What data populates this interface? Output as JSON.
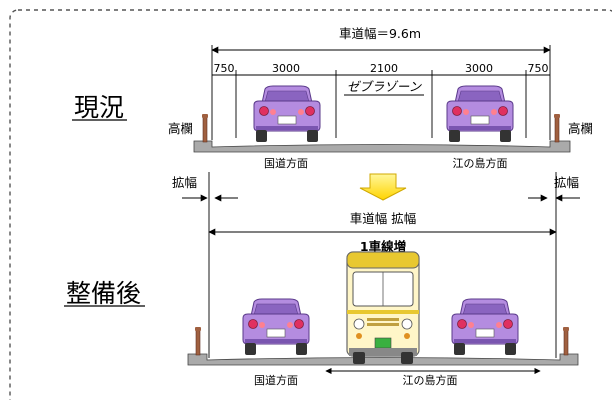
{
  "sections": {
    "before": "現況",
    "after": "整備後"
  },
  "top": {
    "total_width_label": "車道幅＝9.6m",
    "segments": [
      "750",
      "3000",
      "2100",
      "3000",
      "750"
    ],
    "zebra_label": "ゼブラゾーン",
    "railing_left": "高欄",
    "railing_right": "高欄",
    "dir_left": "国道方面",
    "dir_right": "江の島方面"
  },
  "widen": {
    "left_label": "拡幅",
    "right_label": "拡幅",
    "road_width_label": "車道幅 拡幅"
  },
  "bottom": {
    "lane_add_label": "1車線増",
    "dir_left": "国道方面",
    "dir_right": "江の島方面"
  },
  "colors": {
    "car_body": "#b48ce0",
    "car_dark": "#7a55b0",
    "bus_body": "#fff6c8",
    "bus_stripe": "#e8c830",
    "arrow_fill": "#ffe400",
    "railing": "#a06040"
  }
}
